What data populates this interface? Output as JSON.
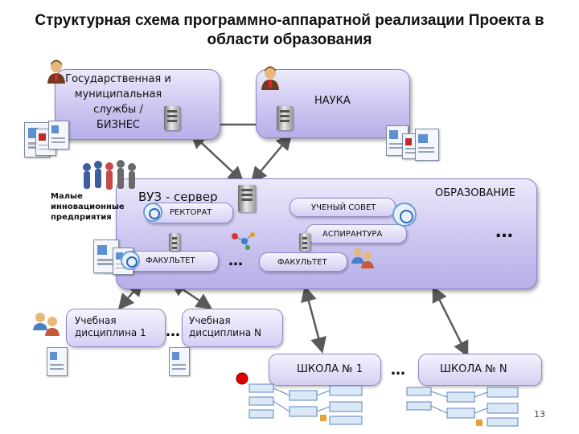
{
  "title_line1": "Структурная схема программно-аппаратной реализации Проекта в",
  "title_line2": "области образования",
  "gov_line1": "Государственная и",
  "gov_line2": "муниципальная",
  "gov_line3": "службы /",
  "gov_line4": "БИЗНЕС",
  "science": "НАУКА",
  "education": "ОБРАЗОВАНИЕ",
  "small_line1": "Малые",
  "small_line2": "инновационные",
  "small_line3": "предприятия",
  "vuz_server": "ВУЗ - сервер",
  "rectorate": "РЕКТОРАТ",
  "academic_council": "УЧЕНЫЙ СОВЕТ",
  "postgrad": "АСПИРАНТУРА",
  "faculty1": "ФАКУЛЬТЕТ",
  "faculty2": "ФАКУЛЬТЕТ",
  "ellipsis": "…",
  "disc1_line1": "Учебная",
  "disc1_line2": "дисциплина 1",
  "discN_line1": "Учебная",
  "discN_line2": "дисциплина N",
  "school1": "ШКОЛА № 1",
  "schoolN": "ШКОЛА № N",
  "page_number": "13",
  "colors": {
    "panel": "#c9c3ef",
    "arrow": "#5a5a5a",
    "dot": "#e00000"
  },
  "icons": [
    "person-icon",
    "server-icon",
    "document-icon",
    "group-icon",
    "crowd-photo",
    "molecule-icon",
    "workflow-diagram"
  ]
}
